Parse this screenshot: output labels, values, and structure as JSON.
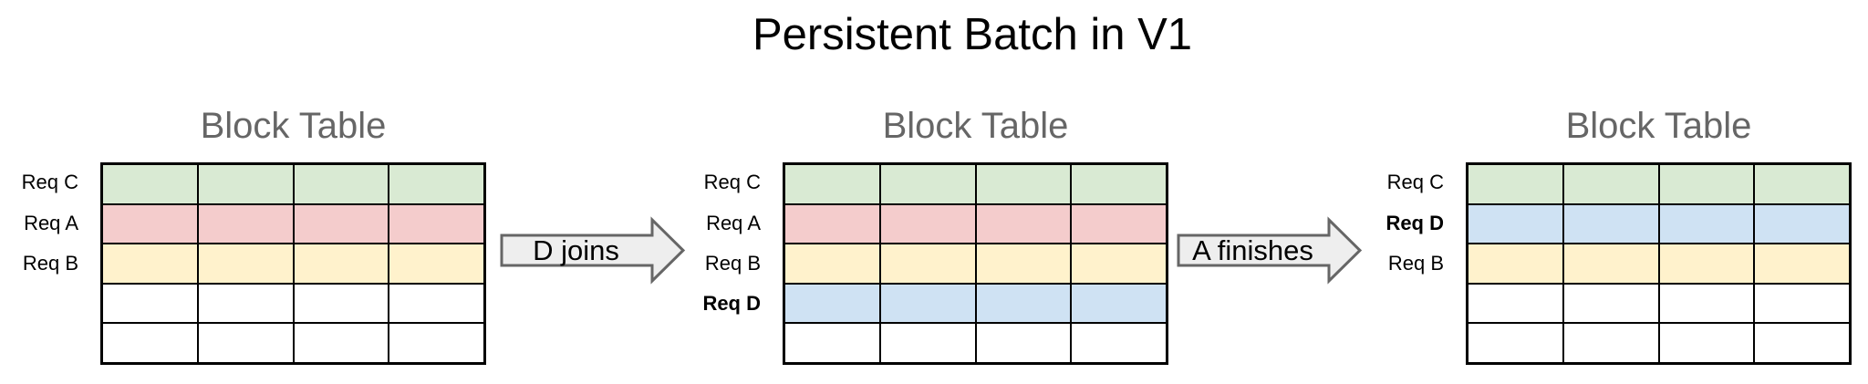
{
  "title": "Persistent Batch in V1",
  "columns_per_row": 4,
  "panels": [
    {
      "title": "Block Table",
      "rows": [
        {
          "label": "Req C",
          "color": "green",
          "bold": false
        },
        {
          "label": "Req A",
          "color": "red",
          "bold": false
        },
        {
          "label": "Req B",
          "color": "yellow",
          "bold": false
        },
        {
          "label": "",
          "color": "white",
          "bold": false
        },
        {
          "label": "",
          "color": "white",
          "bold": false
        }
      ]
    },
    {
      "title": "Block Table",
      "rows": [
        {
          "label": "Req C",
          "color": "green",
          "bold": false
        },
        {
          "label": "Req A",
          "color": "red",
          "bold": false
        },
        {
          "label": "Req B",
          "color": "yellow",
          "bold": false
        },
        {
          "label": "Req D",
          "color": "blue",
          "bold": true
        },
        {
          "label": "",
          "color": "white",
          "bold": false
        }
      ]
    },
    {
      "title": "Block Table",
      "rows": [
        {
          "label": "Req C",
          "color": "green",
          "bold": false
        },
        {
          "label": "Req D",
          "color": "blue",
          "bold": true
        },
        {
          "label": "Req B",
          "color": "yellow",
          "bold": false
        },
        {
          "label": "",
          "color": "white",
          "bold": false
        },
        {
          "label": "",
          "color": "white",
          "bold": false
        }
      ]
    }
  ],
  "arrows": [
    {
      "label": "D joins"
    },
    {
      "label": "A finishes"
    }
  ],
  "colors": {
    "green": "#d9ead3",
    "red": "#f4cccc",
    "yellow": "#fff2cc",
    "blue": "#cfe2f3",
    "white": "#ffffff",
    "table_border": "#000000",
    "panel_title": "#666666",
    "title_text": "#000000",
    "arrow_fill": "#eeeeee",
    "arrow_border": "#666666"
  }
}
